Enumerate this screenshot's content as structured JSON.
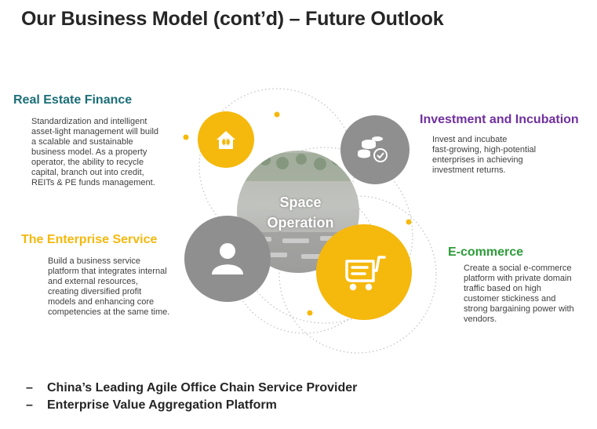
{
  "title": "Our Business Model (cont’d) – Future Outlook",
  "colors": {
    "yellow": "#f5b80d",
    "purple": "#7030a0",
    "green": "#2e9c3a",
    "gray": "#8f8f8f",
    "teal": "#1b6e78",
    "text": "#404040"
  },
  "center": {
    "label_line1": "Space",
    "label_line2": "Operation"
  },
  "sections": {
    "real_estate": {
      "heading": "Real Estate Finance",
      "lines": [
        "Standardization and intelligent",
        "asset-light management will build",
        "a scalable and sustainable",
        "business model. As a property",
        "operator, the ability to recycle",
        "capital, branch out into credit,",
        "REITs & PE funds management."
      ],
      "icon": "house-icon"
    },
    "investment": {
      "heading": "Investment and Incubation",
      "lines": [
        "Invest and incubate",
        "fast-growing, high-potential",
        "enterprises in achieving",
        "investment returns."
      ],
      "icon": "coins-check-icon"
    },
    "enterprise": {
      "heading": "The Enterprise Service",
      "lines": [
        "Build a business service",
        "platform that integrates internal",
        "and external resources,",
        "creating diversified profit",
        "models and enhancing core",
        "competencies at the same time."
      ],
      "icon": "person-icon"
    },
    "ecommerce": {
      "heading": "E-commerce",
      "lines": [
        "Create a social e-commerce",
        "platform with private domain",
        "traffic based on high",
        "customer stickiness and",
        "strong bargaining power with",
        "vendors."
      ],
      "icon": "shopping-cart-icon"
    }
  },
  "bullets": [
    {
      "dash": "–",
      "text": "China’s Leading Agile Office Chain Service Provider"
    },
    {
      "dash": "–",
      "text": "Enterprise Value Aggregation Platform"
    }
  ]
}
